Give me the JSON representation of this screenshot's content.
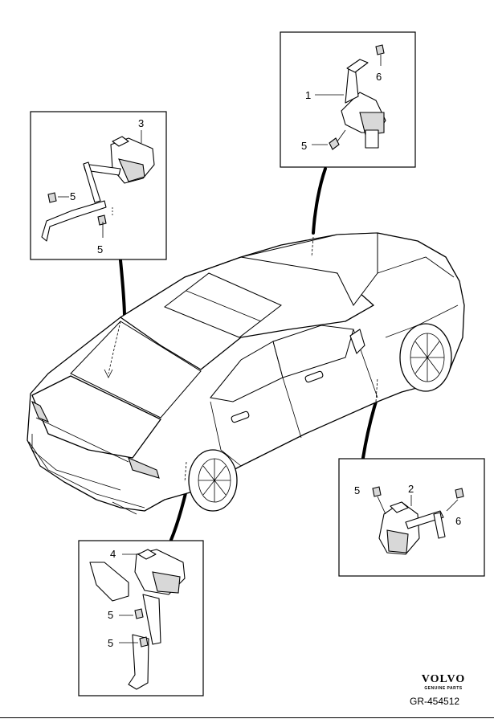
{
  "labels": {
    "p1": "1",
    "p2": "2",
    "p3": "3",
    "p4": "4",
    "p5": "5",
    "p6": "6"
  },
  "brand": {
    "name": "VOLVO",
    "tagline": "GENUINE PARTS"
  },
  "illustration_code": "GR-454512"
}
